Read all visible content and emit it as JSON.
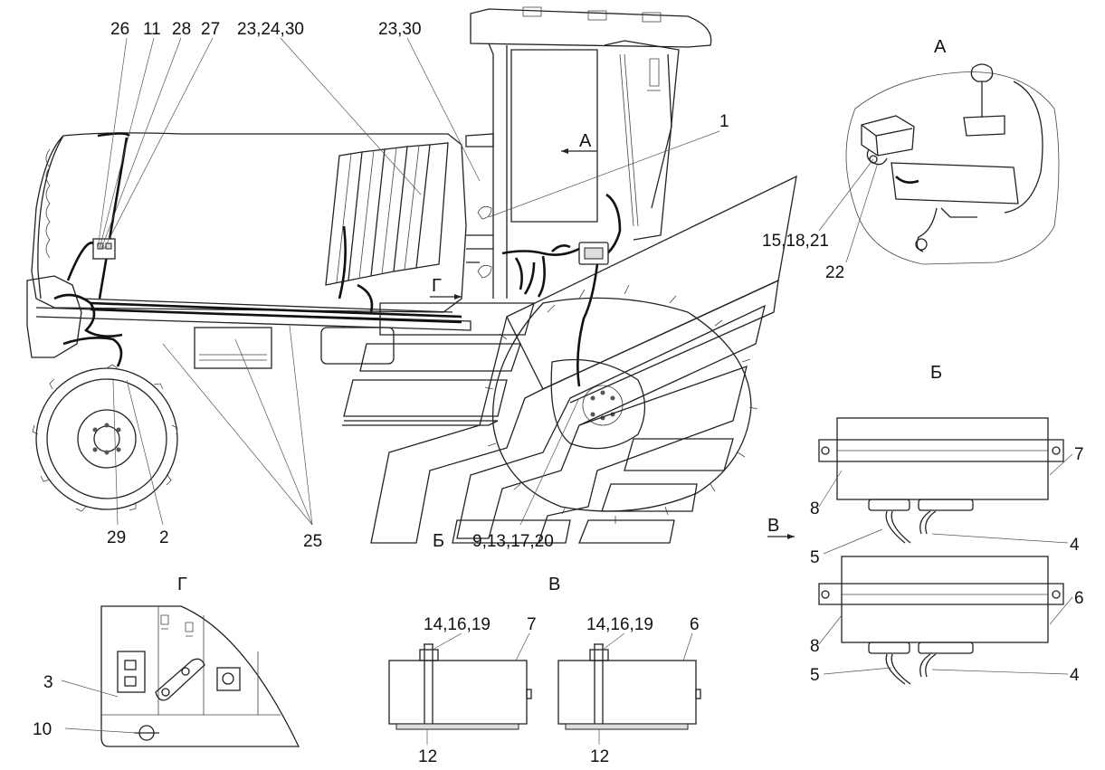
{
  "diagram": {
    "view_titles": {
      "a": "А",
      "b": "Б",
      "v": "В",
      "g": "Г"
    },
    "callouts": {
      "main": {
        "top_labels": [
          "26",
          "11",
          "28",
          "27",
          "23,24,30",
          "23,30",
          "1"
        ],
        "mid_labels": [
          "15,18,21",
          "22"
        ],
        "bottom_labels": [
          "29",
          "2",
          "25",
          "9,13,17,20"
        ],
        "view_markers": [
          "А",
          "Г",
          "Б",
          "В"
        ]
      },
      "view_b": [
        "7",
        "8",
        "5",
        "4",
        "6",
        "8",
        "5",
        "4"
      ],
      "view_v": [
        "14,16,19",
        "7",
        "14,16,19",
        "6",
        "12",
        "12"
      ],
      "view_g": [
        "3",
        "10"
      ]
    }
  }
}
